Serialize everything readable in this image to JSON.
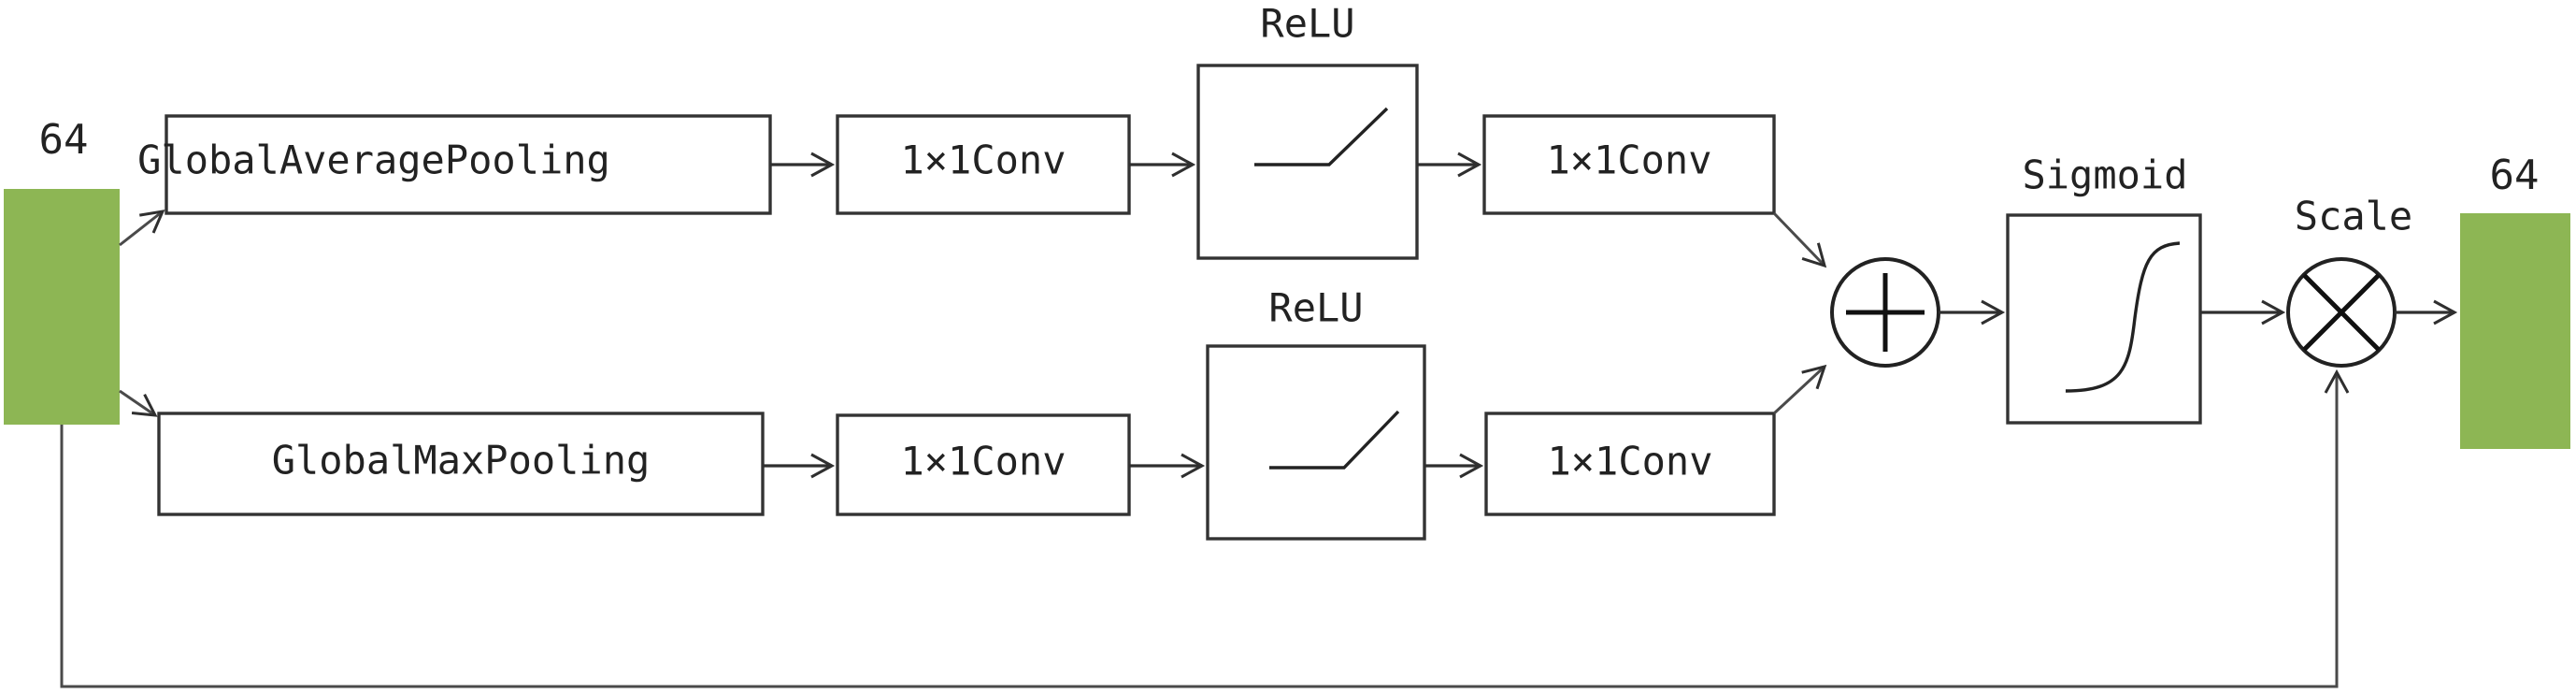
{
  "colors": {
    "feature_map": "#8db654",
    "stroke": "#333333",
    "background": "#ffffff"
  },
  "input": {
    "label": "64"
  },
  "output": {
    "label": "64"
  },
  "branch_avg": {
    "pooling_label": "GlobalAveragePooling",
    "conv1_label": "1×1Conv",
    "relu_label": "ReLU",
    "conv2_label": "1×1Conv"
  },
  "branch_max": {
    "pooling_label": "GlobalMaxPooling",
    "conv1_label": "1×1Conv",
    "relu_label": "ReLU",
    "conv2_label": "1×1Conv"
  },
  "sigmoid": {
    "label": "Sigmoid"
  },
  "scale": {
    "label": "Scale"
  },
  "icons": {
    "add": "add-icon",
    "multiply": "multiply-icon",
    "relu": "relu-curve-icon",
    "sigmoid": "sigmoid-curve-icon",
    "arrow": "arrow-icon"
  }
}
